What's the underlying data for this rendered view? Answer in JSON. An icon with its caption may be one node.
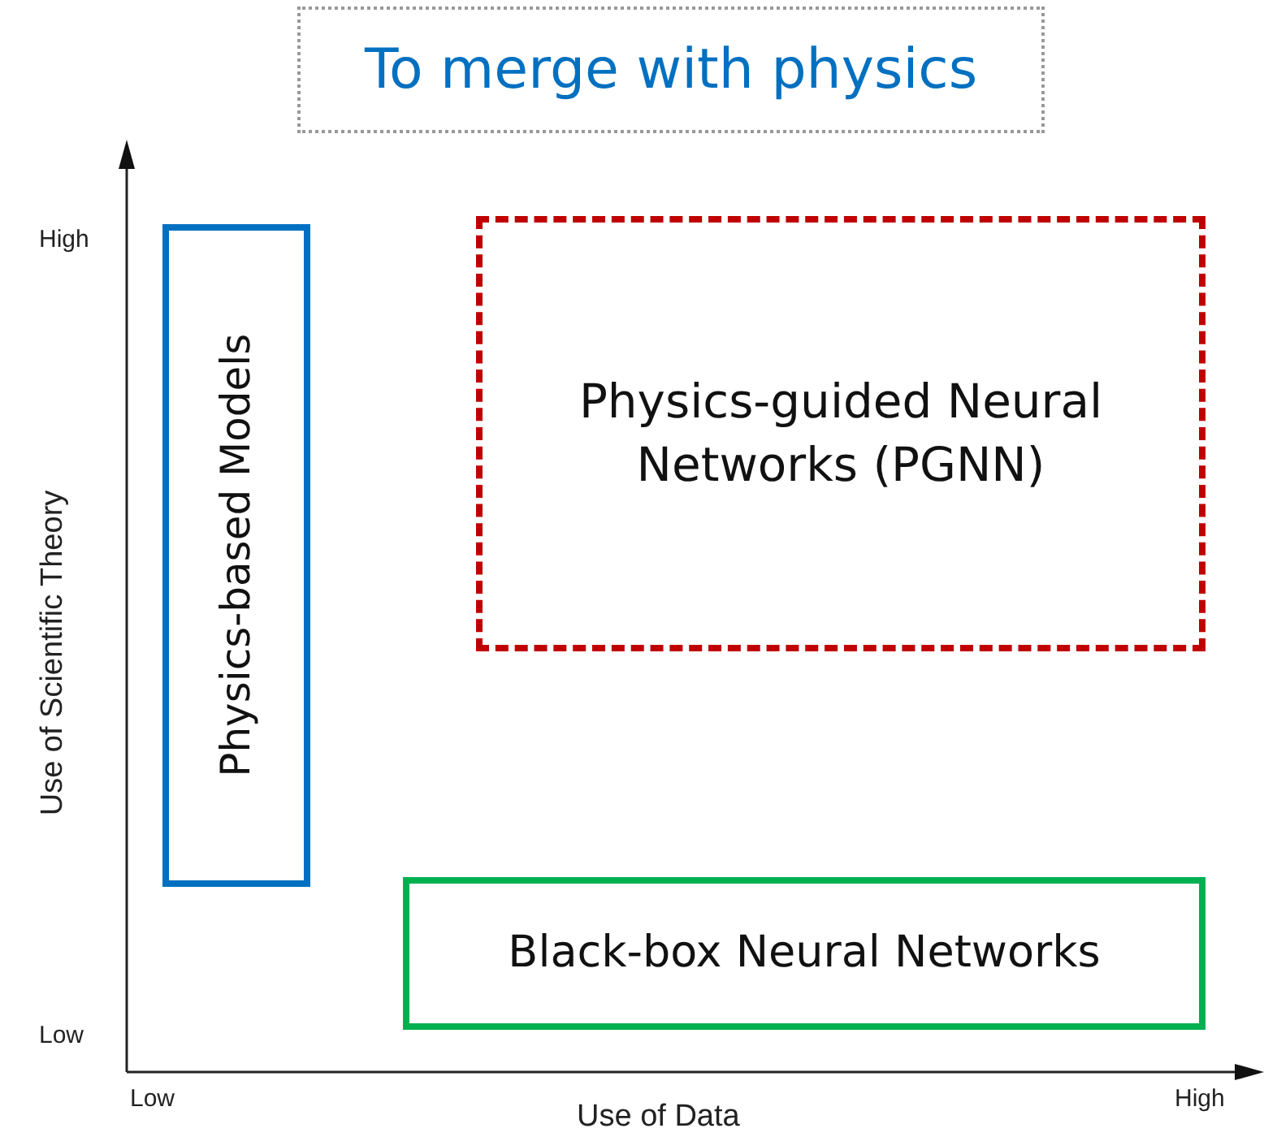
{
  "diagram": {
    "title": "To merge with physics",
    "nodes": [
      {
        "text": [
          "Physics-based Models"
        ]
      },
      {
        "text": [
          "Physics-guided Neural Networks (PGNN)"
        ]
      },
      {
        "text": [
          "Black-box Neural Networks"
        ]
      }
    ],
    "labels": [
      "High",
      "Low",
      "Use of Scientific Theory",
      "Low",
      "High",
      "Use of Data"
    ]
  }
}
